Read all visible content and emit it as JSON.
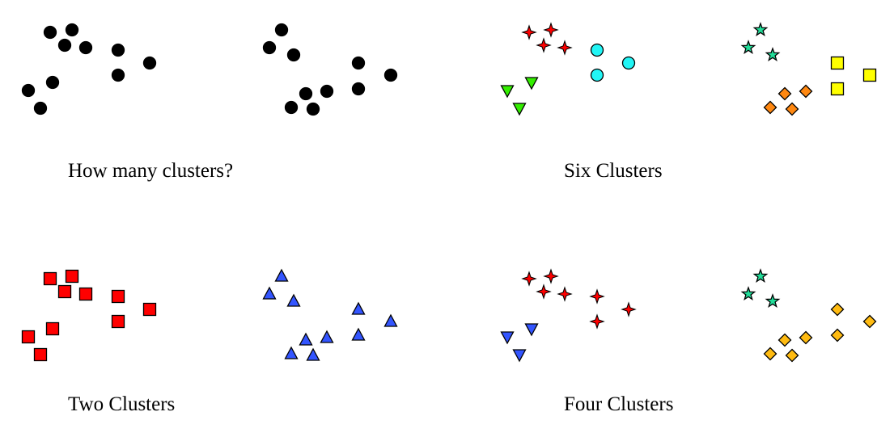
{
  "panels": [
    {
      "caption": "How many clusters?",
      "groups": [
        {
          "name": "all-points",
          "shape": "circle",
          "color": "#000000"
        }
      ]
    },
    {
      "caption": "Six Clusters",
      "groups": [
        {
          "name": "cluster-1",
          "shape": "cross-star",
          "color": "#ff0000"
        },
        {
          "name": "cluster-2",
          "shape": "circle",
          "color": "#22f5f5"
        },
        {
          "name": "cluster-3",
          "shape": "triangle-down",
          "color": "#33ee00"
        },
        {
          "name": "cluster-4",
          "shape": "star",
          "color": "#22dd99"
        },
        {
          "name": "cluster-5",
          "shape": "square",
          "color": "#ffff00"
        },
        {
          "name": "cluster-6",
          "shape": "diamond",
          "color": "#ff8811"
        }
      ]
    },
    {
      "caption": "Two Clusters",
      "groups": [
        {
          "name": "cluster-1",
          "shape": "square",
          "color": "#ff0000"
        },
        {
          "name": "cluster-2",
          "shape": "triangle-up",
          "color": "#3355ff"
        }
      ]
    },
    {
      "caption": "Four Clusters",
      "groups": [
        {
          "name": "cluster-1",
          "shape": "cross-star",
          "color": "#ff0000"
        },
        {
          "name": "cluster-2",
          "shape": "triangle-down",
          "color": "#3355ff"
        },
        {
          "name": "cluster-3",
          "shape": "star",
          "color": "#22dd99"
        },
        {
          "name": "cluster-4",
          "shape": "diamond",
          "color": "#ffbb11"
        }
      ]
    }
  ]
}
